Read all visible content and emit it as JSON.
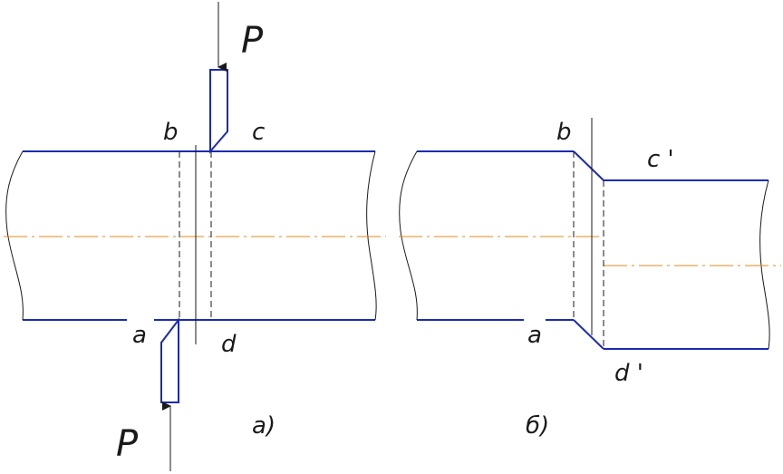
{
  "figure_a": {
    "force_top": "P",
    "force_bottom": "P",
    "label_b": "b",
    "label_c": "c",
    "label_a": "a",
    "label_d": "d",
    "caption": "а)"
  },
  "figure_b": {
    "label_b": "b",
    "label_c": "c '",
    "label_a": "a",
    "label_d": "d '",
    "caption": "б)"
  },
  "colors": {
    "part_outline": "#1c2bb0",
    "axis_line": "#e08a1e",
    "construction": "#1a1a1a"
  }
}
